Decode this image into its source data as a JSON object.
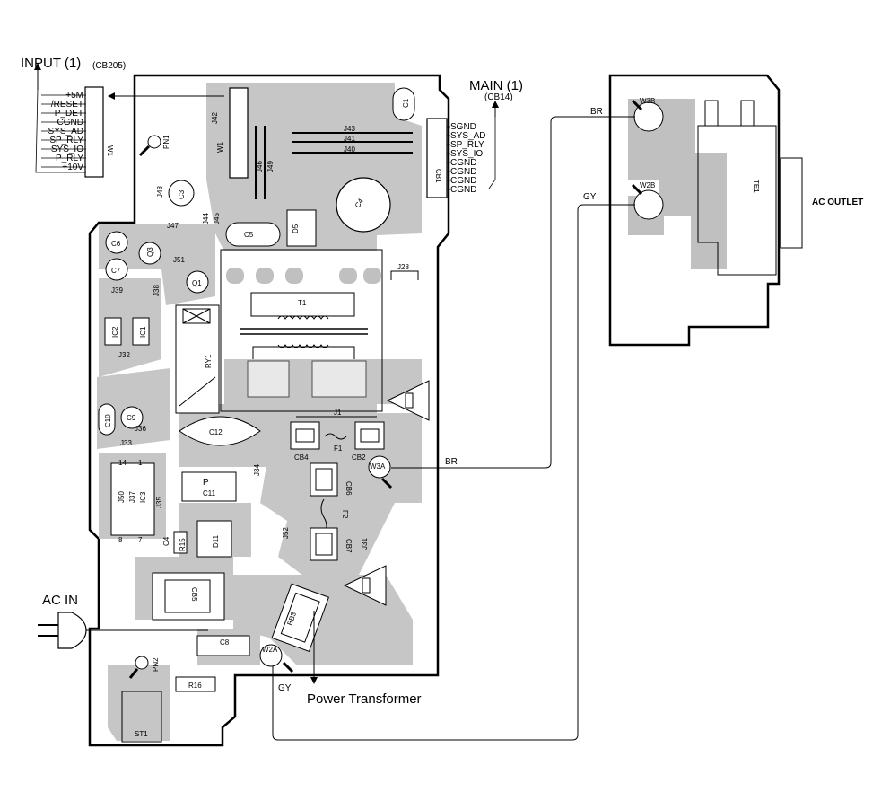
{
  "connectors": {
    "input": {
      "title": "INPUT (1)",
      "ref": "(CB205)",
      "pins": [
        "+5M",
        "/RESET",
        "P_DET",
        "CGND",
        "SYS_AD",
        "SP_RLY",
        "SYS_IO",
        "P_RLY",
        "+10V"
      ],
      "header_ref": "W1"
    },
    "main": {
      "title": "MAIN (1)",
      "ref": "(CB14)",
      "pins": [
        "SGND",
        "SYS_AD",
        "SP_RLY",
        "SYS_IO",
        "CGND",
        "CGND",
        "CGND",
        "CGND"
      ],
      "header_ref": "CB1"
    }
  },
  "external": {
    "ac_in": "AC IN",
    "ac_outlet": "AC OUTLET",
    "power_transformer": "Power Transformer"
  },
  "wires": {
    "br_top": "BR",
    "gy_top": "GY",
    "br_mid": "BR",
    "gy_bottom": "GY"
  },
  "components": {
    "W1": "W1",
    "J42": "J42",
    "J43": "J43",
    "J41": "J41",
    "J40": "J40",
    "J46": "J46",
    "J49": "J49",
    "C1": "C1",
    "C4": "C4",
    "C5": "C5",
    "D5": "D5",
    "PN1": "PN1",
    "J48": "J48",
    "C3": "C3",
    "J44": "J44",
    "J45": "J45",
    "J47": "J47",
    "C6": "C6",
    "Q3": "Q3",
    "C7": "C7",
    "J51": "J51",
    "Q1": "Q1",
    "J39": "J39",
    "J38": "J38",
    "T1": "T1",
    "J28": "J28",
    "IC2": "IC2",
    "IC1": "IC1",
    "RY1": "RY1",
    "J32": "J32",
    "C10": "C10",
    "C9": "C9",
    "J36": "J36",
    "J33": "J33",
    "C12": "C12",
    "J1": "J1",
    "F1": "F1",
    "CB4": "CB4",
    "CB2": "CB2",
    "W3A": "W3A",
    "J34": "J34",
    "CB6": "CB6",
    "F2": "F2",
    "CB7": "CB7",
    "J31": "J31",
    "J52": "J52",
    "J50": "J50",
    "J37": "J37",
    "IC3": "IC3",
    "J35": "J35",
    "C11": "C11",
    "D11": "D11",
    "C4b": "C4",
    "R15": "R15",
    "CB5": "CB5",
    "BB3": "BB3",
    "C8": "C8",
    "W2A": "W2A",
    "PN2": "PN2",
    "R16": "R16",
    "ST1": "ST1",
    "W3B": "W3B",
    "W2B": "W2B",
    "TE1": "TE1",
    "pin14": "14",
    "pin1": "1",
    "pin8": "8",
    "pin7": "7",
    "P": "P"
  },
  "colors": {
    "copper": "#c0c0c0",
    "line": "#000000"
  }
}
